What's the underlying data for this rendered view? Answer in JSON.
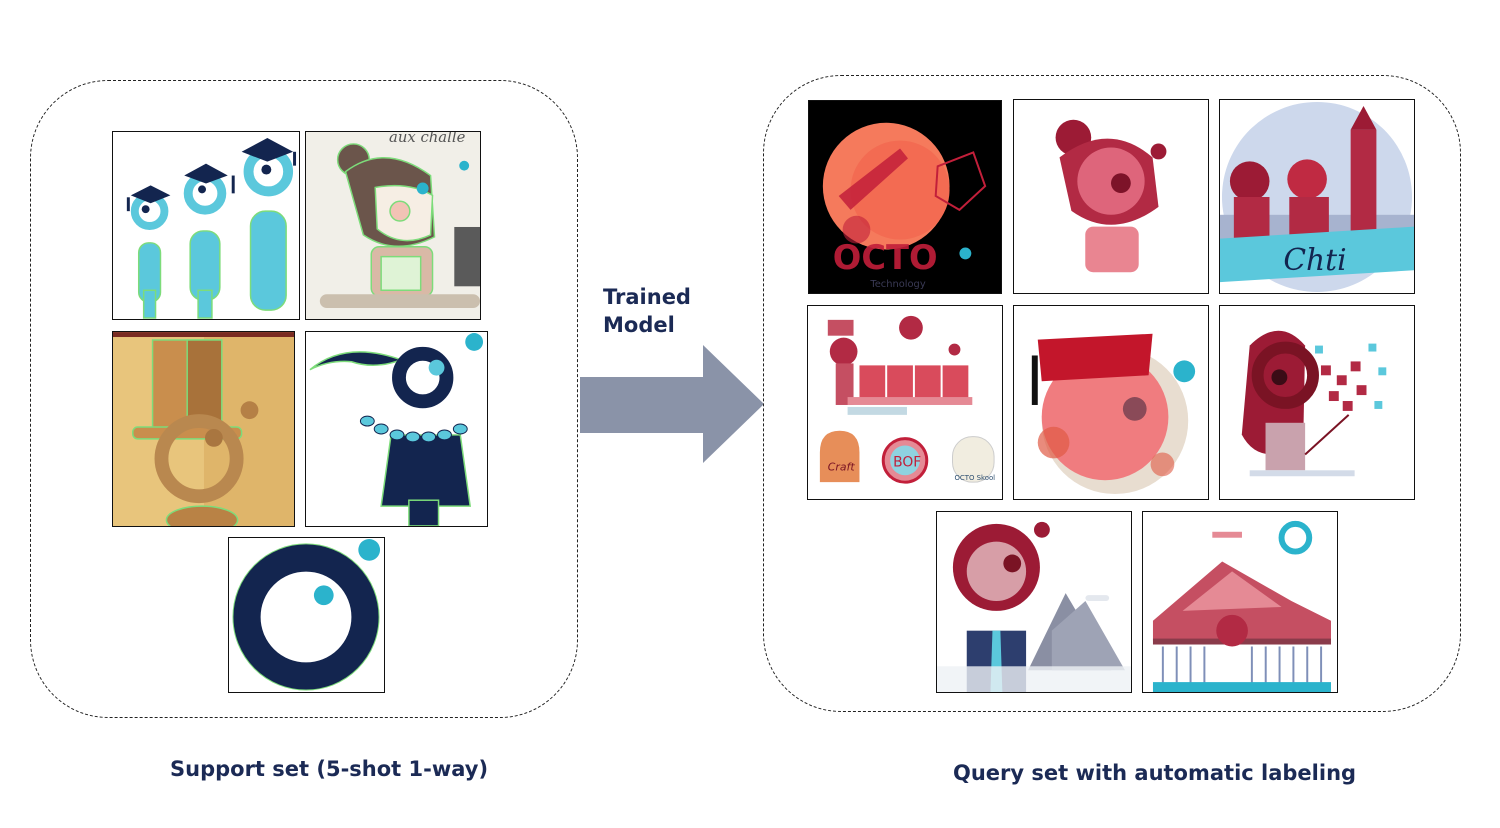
{
  "arrow": {
    "label_line1": "Trained",
    "label_line2": "Model",
    "color": "#8a93a8"
  },
  "support": {
    "caption": "Support set (5-shot 1-way)",
    "tiles": [
      {
        "icon": "graduates-icon"
      },
      {
        "icon": "girl-with-laptop-icon",
        "text": "aux challe"
      },
      {
        "icon": "top-hat-character-icon"
      },
      {
        "icon": "ponytail-necklace-character-icon"
      },
      {
        "icon": "octo-logo-icon"
      }
    ],
    "outline_color": "#7ddc7a"
  },
  "query": {
    "caption": "Query set with automatic labeling",
    "tiles": [
      {
        "icon": "octo-technology-logo-icon",
        "text_main": "OCTO",
        "text_sub": "Technology"
      },
      {
        "icon": "girl-bun-icon"
      },
      {
        "icon": "chti-london-icon",
        "text": "Chti"
      },
      {
        "icon": "craft-plants-icon",
        "text_badge1": "BOF",
        "text_badge2": "Craft",
        "text_badge3": "OCTO Skool"
      },
      {
        "icon": "fez-character-icon"
      },
      {
        "icon": "girl-cubes-icon"
      },
      {
        "icon": "businessman-mountains-icon"
      },
      {
        "icon": "landscape-house-icon"
      }
    ],
    "mask_color": "#c21f3a"
  },
  "colors": {
    "navy": "#13254f",
    "cyan": "#5bc8dc",
    "accent_cyan": "#2bb3cc"
  }
}
